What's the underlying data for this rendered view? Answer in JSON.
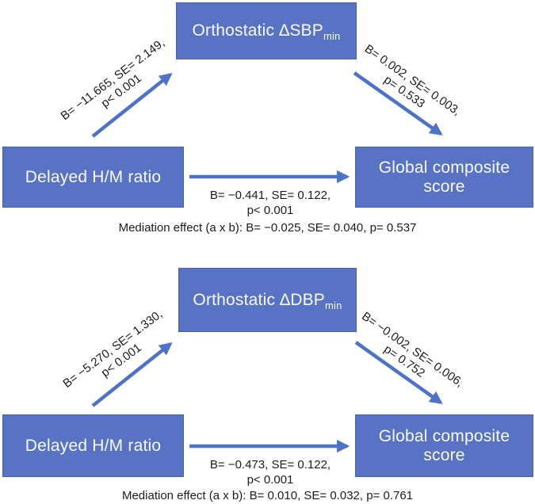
{
  "colors": {
    "background": "#ffffff",
    "box_fill": "#5873c4",
    "arrow": "#4d72c8",
    "box_text": "#fafbfd",
    "label_text": "#1c1c1c"
  },
  "panels": [
    {
      "mediator_main": "Orthostatic ∆SBP",
      "mediator_sub": "min",
      "predictor": "Delayed H/M ratio",
      "outcome": "Global composite score",
      "path_a_line1": "B= −11.665, SE= 2.149,",
      "path_a_line2": "p< 0.001",
      "path_b_line1": "B= 0.002, SE= 0.003,",
      "path_b_line2": "p= 0.533",
      "path_c_line1": "B= −0.441, SE= 0.122,",
      "path_c_line2": "p< 0.001",
      "mediation_note": "Mediation effect (a x b): B= −0.025, SE= 0.040, p= 0.537"
    },
    {
      "mediator_main": "Orthostatic ∆DBP",
      "mediator_sub": "min",
      "predictor": "Delayed H/M ratio",
      "outcome": "Global composite score",
      "path_a_line1": "B= −5.270, SE= 1.330,",
      "path_a_line2": "p< 0.001",
      "path_b_line1": "B= −0.002, SE= 0.006,",
      "path_b_line2": "p= 0.752",
      "path_c_line1": "B= −0.473, SE= 0.122,",
      "path_c_line2": "p< 0.001",
      "mediation_note": "Mediation effect (a x b): B= 0.010, SE= 0.032, p= 0.761"
    }
  ]
}
